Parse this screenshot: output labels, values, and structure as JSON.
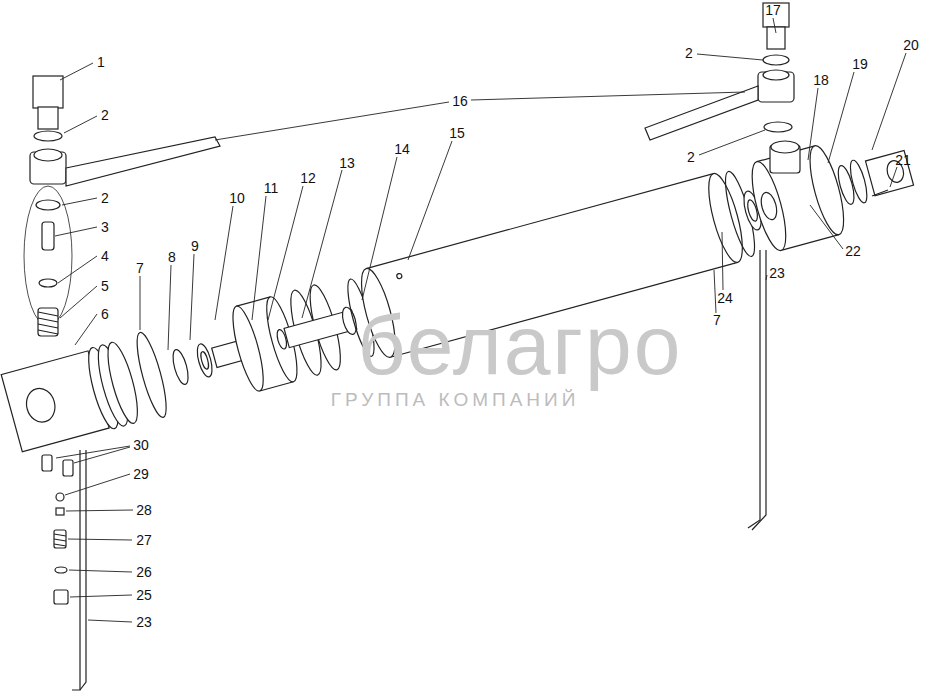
{
  "diagram": {
    "labels": [
      "1",
      "2",
      "16",
      "17",
      "2",
      "20",
      "18",
      "19",
      "2",
      "15",
      "14",
      "13",
      "12",
      "11",
      "10",
      "2",
      "3",
      "4",
      "5",
      "6",
      "21",
      "22",
      "23",
      "7",
      "8",
      "9",
      "7",
      "24",
      "30",
      "29",
      "28",
      "27",
      "26",
      "25",
      "23",
      "белагро",
      "ГРУППА КОМПАНИЙ"
    ]
  }
}
